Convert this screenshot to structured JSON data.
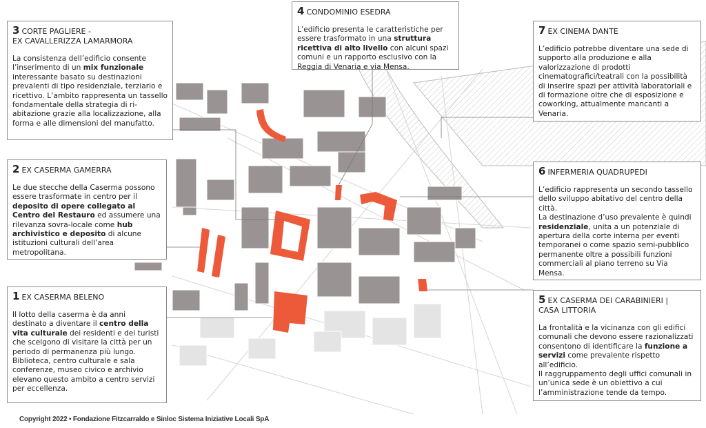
{
  "colors": {
    "highlight": "#ec5a3a",
    "building": "#9a9393",
    "street": "#dcdcdc"
  },
  "boxes": [
    {
      "id": "3",
      "number": "3",
      "title": [
        "CORTE PAGLIERE -",
        "EX CAVALLERIZZA LAMARMORA"
      ],
      "body": [
        {
          "t": "La consistenza dell’edificio consente l’inserimento di un "
        },
        {
          "t": "mix funzionale",
          "b": true
        },
        {
          "t": " interessante basato su destinazioni prevalenti di tipo residenziale, terziario e ricettivo. L’ambito rappresenta un tassello fondamentale della strategia di ri-abitazione grazie alla localizzazione, alla forma e alle dimensioni del manufatto."
        }
      ]
    },
    {
      "id": "4",
      "number": "4",
      "title": [
        "CONDOMINIO ESEDRA"
      ],
      "body": [
        {
          "t": "L’edificio presenta le caratteristiche per essere trasformato in una "
        },
        {
          "t": "struttura ricettiva di alto livello",
          "b": true
        },
        {
          "t": " con alcuni spazi comuni e un rapporto esclusivo con la Reggia di Venaria e via Mensa."
        }
      ]
    },
    {
      "id": "7",
      "number": "7",
      "title": [
        "EX CINEMA DANTE"
      ],
      "body": [
        {
          "t": "L’edificio potrebbe diventare una sede di supporto alla produzione e alla valorizzazione di prodotti cinematografici/teatrali con la possibilità di inserire spazi per attività laboratoriali e di formazione oltre che di esposizione e coworking, attualmente mancanti a Venaria."
        }
      ]
    },
    {
      "id": "2",
      "number": "2",
      "title": [
        "EX CASERMA GAMERRA"
      ],
      "body": [
        {
          "t": "Le due stecche della Caserma possono essere trasformate in centro per il "
        },
        {
          "t": "deposito di opere collegato al Centro del Restauro",
          "b": true
        },
        {
          "t": " ed assumere una rilevanza sovra-locale come "
        },
        {
          "t": "hub archivistico e deposito",
          "b": true
        },
        {
          "t": " di alcune istituzioni culturali dell’area metropolitana."
        }
      ]
    },
    {
      "id": "6",
      "number": "6",
      "title": [
        "INFERMERIA QUADRUPEDI"
      ],
      "body": [
        {
          "t": "L’edificio rappresenta un secondo tassello dello sviluppo abitativo del centro della città.\nLa destinazione d’uso prevalente è quindi "
        },
        {
          "t": "residenziale",
          "b": true
        },
        {
          "t": ", unita a un potenziale di apertura della corte interna per eventi temporanei o come spazio semi-pubblico permanente oltre a possibili funzioni commerciali al piano terreno su Via Mensa."
        }
      ]
    },
    {
      "id": "1",
      "number": "1",
      "title": [
        "EX CASERMA BELENO"
      ],
      "body": [
        {
          "t": "Il lotto della caserma è da anni destinato a diventare il "
        },
        {
          "t": "centro della vita culturale",
          "b": true
        },
        {
          "t": " dei residenti e dei turisti che scelgono di visitare la città per un periodo di permanenza più lungo.\nBiblioteca, centro culturale e sala conferenze, museo civico e archivio elevano questo ambito a centro servizi per eccellenza."
        }
      ]
    },
    {
      "id": "5",
      "number": "5",
      "title": [
        "EX CASERMA DEI CARABINIERI |",
        "CASA LITTORIA"
      ],
      "body": [
        {
          "t": "La frontalità e la vicinanza con gli edifici comunali che devono essere razionalizzati consentono di identificare la "
        },
        {
          "t": "funzione a servizi",
          "b": true
        },
        {
          "t": " come prevalente rispetto all’edificio.\nIl raggruppamento degli uffici comunali in un’unica sede è un obiettivo a cui l’amministrazione tende da tempo."
        }
      ]
    }
  ],
  "copyright": "Copyright 2022  • Fondazione Fitzcarraldo e Sinloc Sistema Iniziative Locali SpA"
}
